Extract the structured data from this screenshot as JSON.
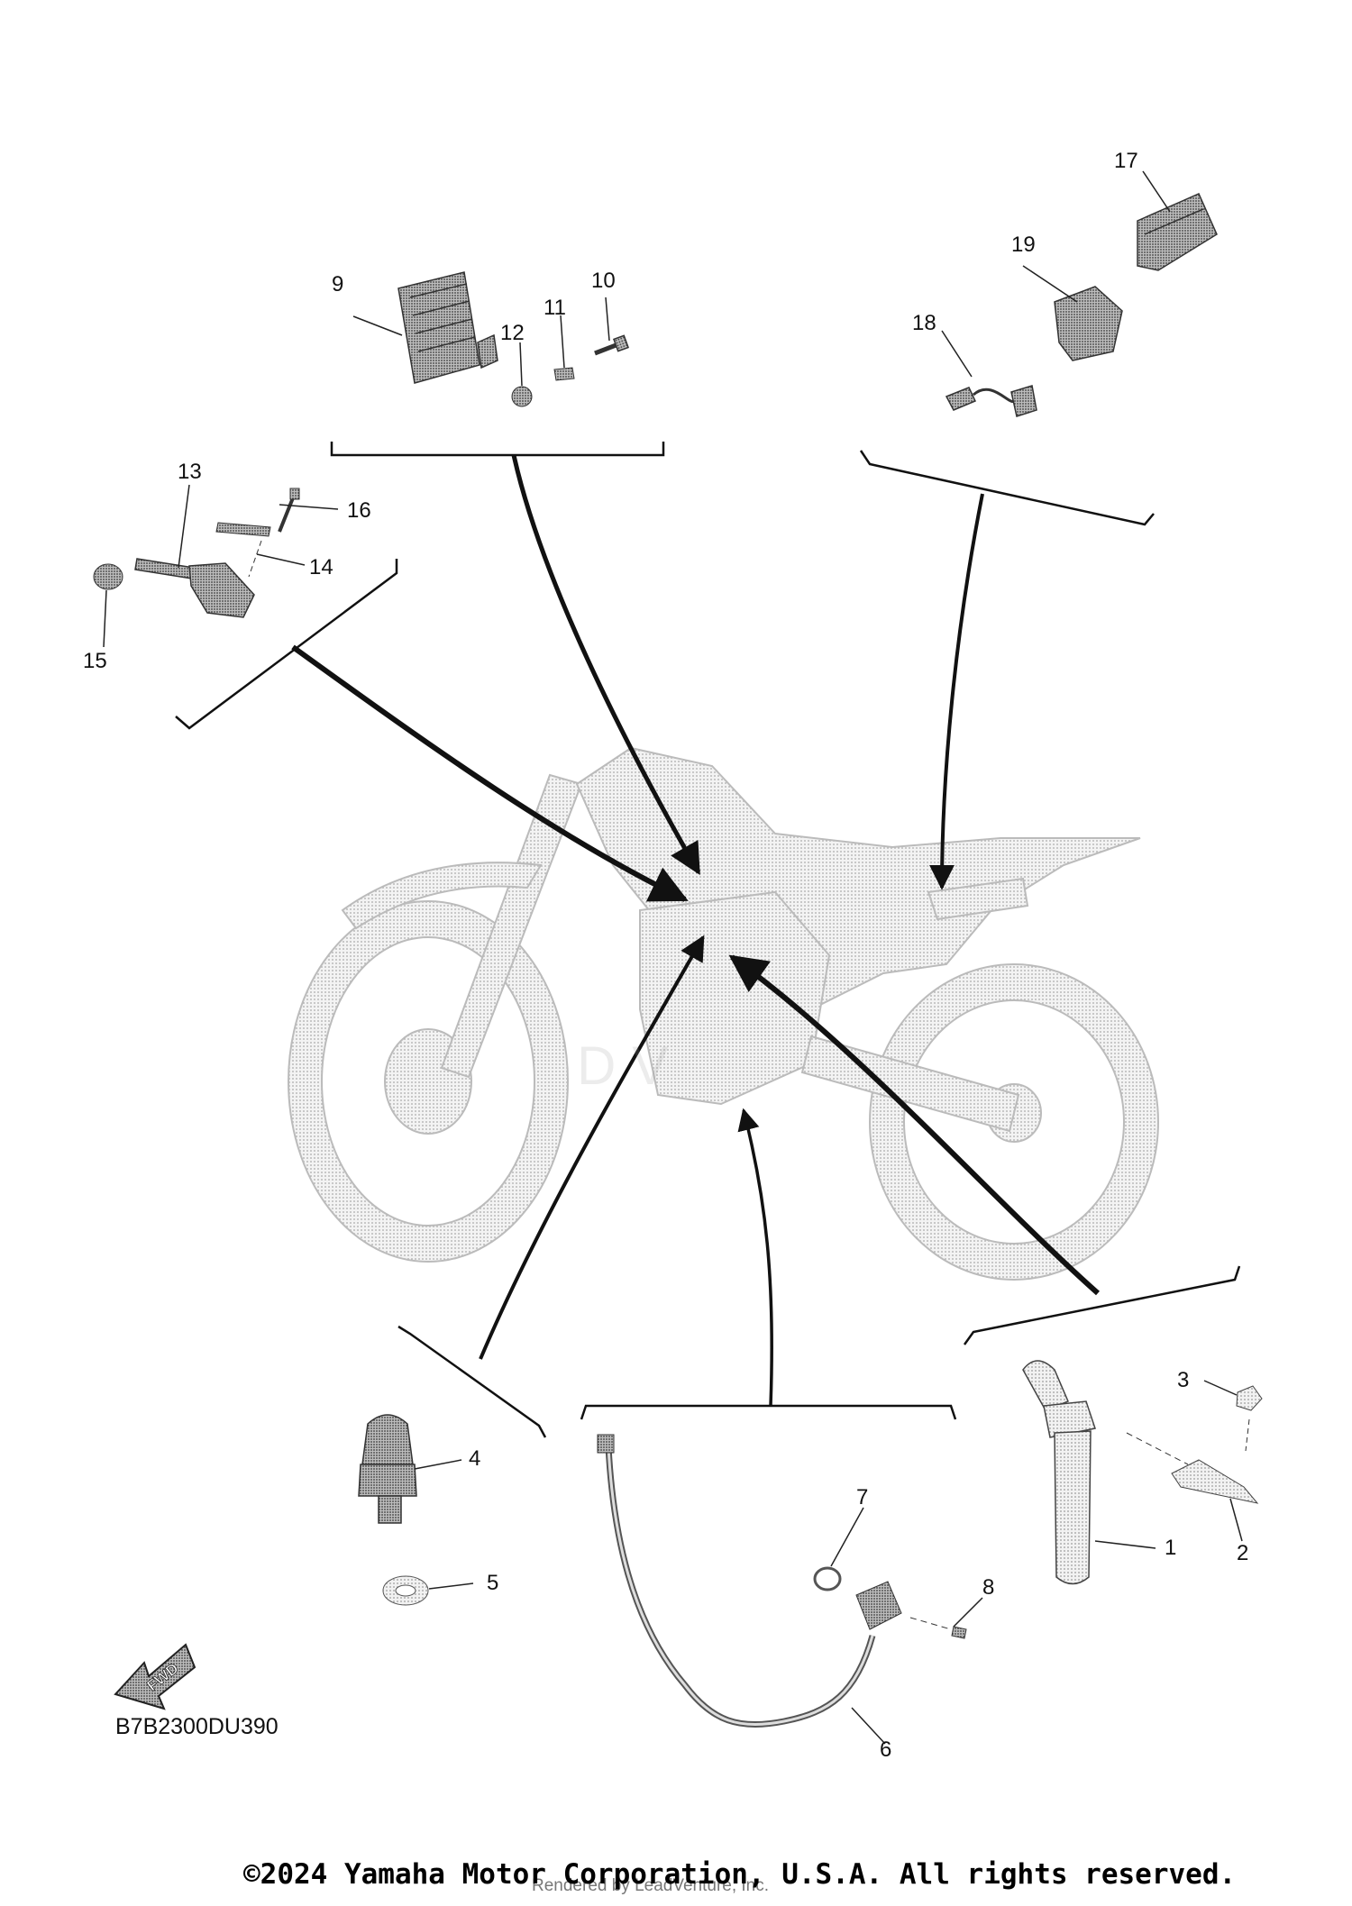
{
  "diagram_code": "B7B2300DU390",
  "copyright": "©2024 Yamaha Motor Corporation, U.S.A. All rights reserved.",
  "rendered_by": "Rendered by LeadVenture, Inc.",
  "watermark": "DV",
  "fwd_label": "FWD",
  "callouts": {
    "c1": "1",
    "c2": "2",
    "c3": "3",
    "c4": "4",
    "c5": "5",
    "c6": "6",
    "c7": "7",
    "c8": "8",
    "c9": "9",
    "c10": "10",
    "c11": "11",
    "c12": "12",
    "c13": "13",
    "c14": "14",
    "c15": "15",
    "c16": "16",
    "c17": "17",
    "c18": "18",
    "c19": "19"
  },
  "colors": {
    "ink": "#111111",
    "ghost": "#c8c8c8",
    "part": "#8a8a8a"
  }
}
